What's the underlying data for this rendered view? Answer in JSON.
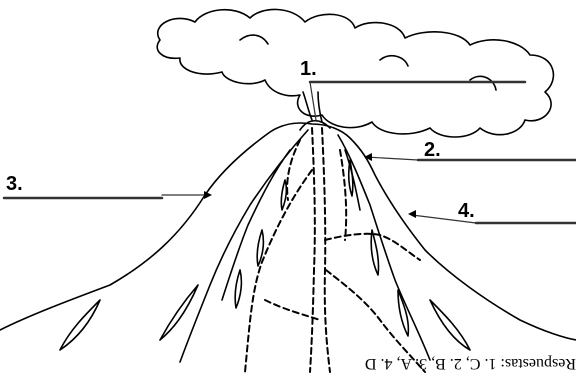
{
  "diagram": {
    "labels": [
      {
        "id": "1",
        "text": "1."
      },
      {
        "id": "2",
        "text": "2."
      },
      {
        "id": "3",
        "text": "3."
      },
      {
        "id": "4",
        "text": "4."
      }
    ],
    "answers_text": "Respuestas: 1. C, 2. B, 3. A, 4. D"
  },
  "colors": {
    "ink": "#000000",
    "leader": "#333333",
    "background": "#ffffff"
  }
}
